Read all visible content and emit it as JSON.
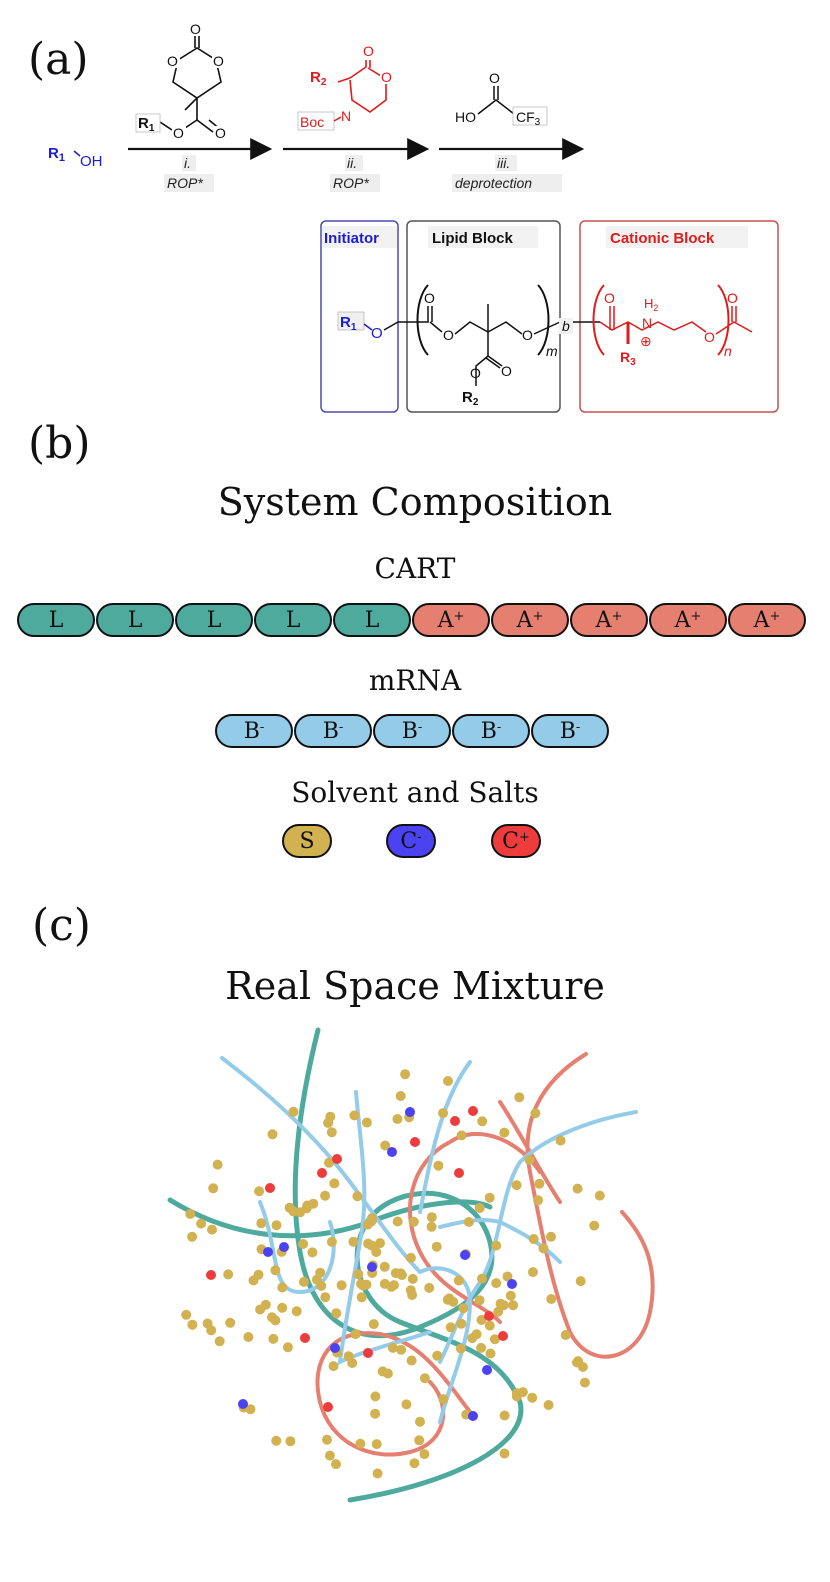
{
  "panels": {
    "a": "(a)",
    "b": "(b)",
    "c": "(c)"
  },
  "scheme": {
    "start_r": "R",
    "start_sub": "1",
    "start_oh": "OH",
    "reagent1": {
      "ring_o1": "O",
      "ring_o2": "O",
      "ring_o3": "O",
      "r": "R",
      "r_sub": "1",
      "ester_o1": "O",
      "ester_o2": "O"
    },
    "reagent2": {
      "r": "R",
      "r_sub": "2",
      "n": "N",
      "boc": "Boc",
      "o_ring": "O",
      "o_carbonyl": "O"
    },
    "reagent3": {
      "ho": "HO",
      "o": "O",
      "cf3": "CF",
      "cf3_sub": "3"
    },
    "step1": {
      "num": "i.",
      "label": "ROP*"
    },
    "step2": {
      "num": "ii.",
      "label": "ROP*"
    },
    "step3": {
      "num": "iii.",
      "label": "deprotection"
    },
    "blocks": {
      "initiator": "Initiator",
      "lipid": "Lipid Block",
      "cationic": "Cationic Block"
    },
    "product": {
      "r1": "R",
      "r1_sub": "1",
      "o_ether": "O",
      "o_carbonyl": "O",
      "o_mid": "O",
      "o_side1": "O",
      "o_side2": "O",
      "r2": "R",
      "r2_sub": "2",
      "m": "m",
      "b": "b",
      "o_c1": "O",
      "h2": "H",
      "h2_sub": "2",
      "n_plus": "N",
      "charge": "⊕",
      "r3": "R",
      "r3_sub": "3",
      "o_c2": "O",
      "o_c3": "O",
      "n": "n"
    }
  },
  "composition": {
    "title": "System Composition",
    "cart": {
      "label": "CART",
      "lipid_count": 5,
      "cationic_count": 5,
      "lipid_text": "L",
      "cationic_text": "A",
      "cationic_sup": "+"
    },
    "mrna": {
      "label": "mRNA",
      "count": 5,
      "text": "B",
      "sup": "-"
    },
    "solvent": {
      "label": "Solvent and Salts",
      "items": [
        {
          "text": "S",
          "sup": "",
          "color": "#D2B150"
        },
        {
          "text": "C",
          "sup": "-",
          "color": "#4B43F2"
        },
        {
          "text": "C",
          "sup": "+",
          "color": "#EE3B3B"
        }
      ]
    },
    "colors": {
      "lipid": "#4FAA9E",
      "cationic": "#E57F70",
      "mrna": "#93CBE8"
    }
  },
  "mixture": {
    "title": "Real Space Mixture",
    "colors": {
      "cart_lipid": "#4FAA9E",
      "cart_cationic": "#E57F70",
      "mrna": "#93CBE8",
      "solvent": "#D2B150",
      "anion": "#4B43F2",
      "cation": "#EE3B3B"
    }
  },
  "colors": {
    "initiator": "#1C1CD1",
    "red": "#E01B1B",
    "black": "#111111"
  }
}
